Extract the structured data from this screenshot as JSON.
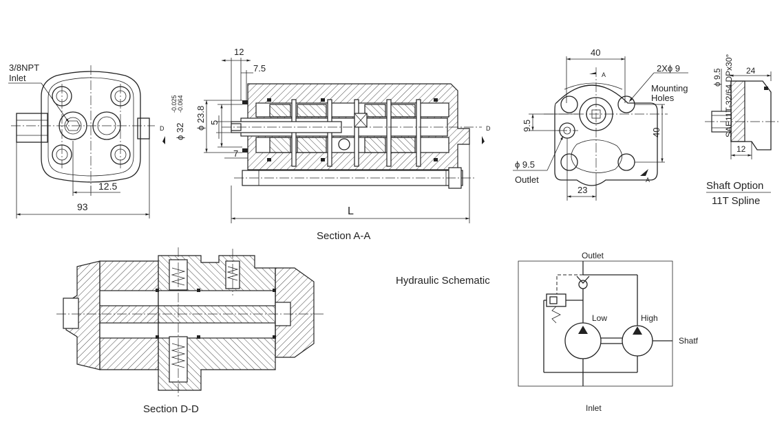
{
  "front_view": {
    "inlet_port": "3/8NPT",
    "inlet_label": "Inlet",
    "dim_offset": "12.5",
    "dim_width": "93"
  },
  "section_aa": {
    "dim_12": "12",
    "dim_7_5": "7.5",
    "dim_23_8": "ϕ 23.8",
    "dim_5": "5",
    "dim_32": "ϕ 32",
    "tol_upper": "-0.025",
    "tol_lower": "-0.064",
    "dim_7": "7",
    "dim_L": "L",
    "marker_d": "D",
    "caption": "Section A-A"
  },
  "rear_view": {
    "dim_top": "40",
    "marker_a": "A",
    "holes_spec": "2Xϕ 9",
    "holes_label_1": "Mounting",
    "holes_label_2": "Holes",
    "dim_9_5": "9.5",
    "dim_right": "40",
    "outlet_dia": "ϕ 9.5",
    "outlet_label": "Outlet",
    "dim_bottom": "23"
  },
  "shaft": {
    "dia": "ϕ 9.5",
    "spline_spec": "SAE11T-32/64 DPx30°",
    "dim_24": "24",
    "dim_12": "12",
    "title_1": "Shaft Option",
    "title_2": "11T Spline"
  },
  "section_dd": {
    "caption": "Section D-D"
  },
  "schematic": {
    "title": "Hydraulic Schematic",
    "outlet": "Outlet",
    "low": "Low",
    "high": "High",
    "shaft": "Shatf",
    "inlet": "Inlet"
  }
}
